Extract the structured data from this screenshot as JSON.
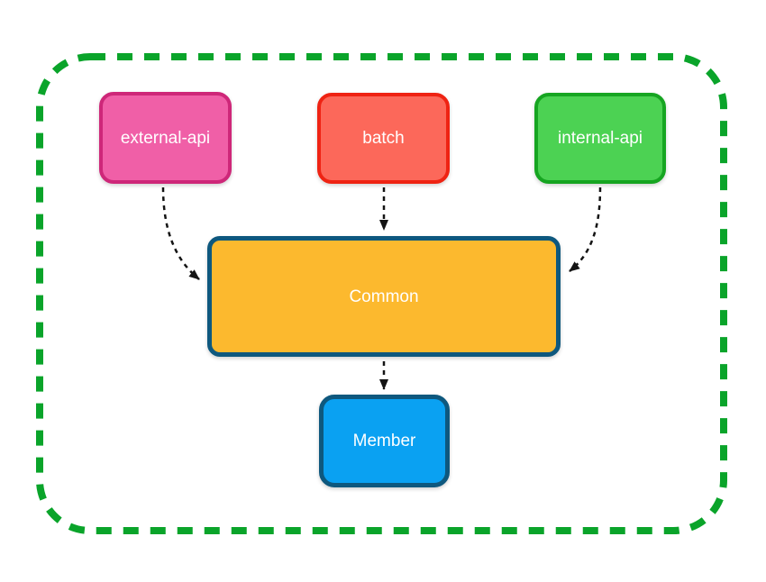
{
  "diagram": {
    "type": "flowchart",
    "background": "#ffffff",
    "boundary": {
      "shape": "dashed-rounded-rectangle",
      "stroke": "#0AA42A"
    },
    "edge_color": "#141414",
    "nodes": [
      {
        "id": "external-api",
        "label": "external-api",
        "fill": "#F05FA7",
        "border": "#CE2779",
        "text_color": "#ffffff"
      },
      {
        "id": "batch",
        "label": "batch",
        "fill": "#FC685A",
        "border": "#EF2313",
        "text_color": "#ffffff"
      },
      {
        "id": "internal-api",
        "label": "internal-api",
        "fill": "#4CD253",
        "border": "#16A521",
        "text_color": "#ffffff"
      },
      {
        "id": "common",
        "label": "Common",
        "fill": "#FCB92E",
        "border": "#0E587E",
        "text_color": "#ffffff"
      },
      {
        "id": "member",
        "label": "Member",
        "fill": "#0AA1F2",
        "border": "#0E587E",
        "text_color": "#ffffff"
      }
    ],
    "edges": [
      {
        "from": "external-api",
        "to": "common",
        "style": "dashed-arrow"
      },
      {
        "from": "batch",
        "to": "common",
        "style": "dashed-arrow"
      },
      {
        "from": "internal-api",
        "to": "common",
        "style": "dashed-arrow"
      },
      {
        "from": "common",
        "to": "member",
        "style": "dashed-arrow"
      }
    ]
  }
}
